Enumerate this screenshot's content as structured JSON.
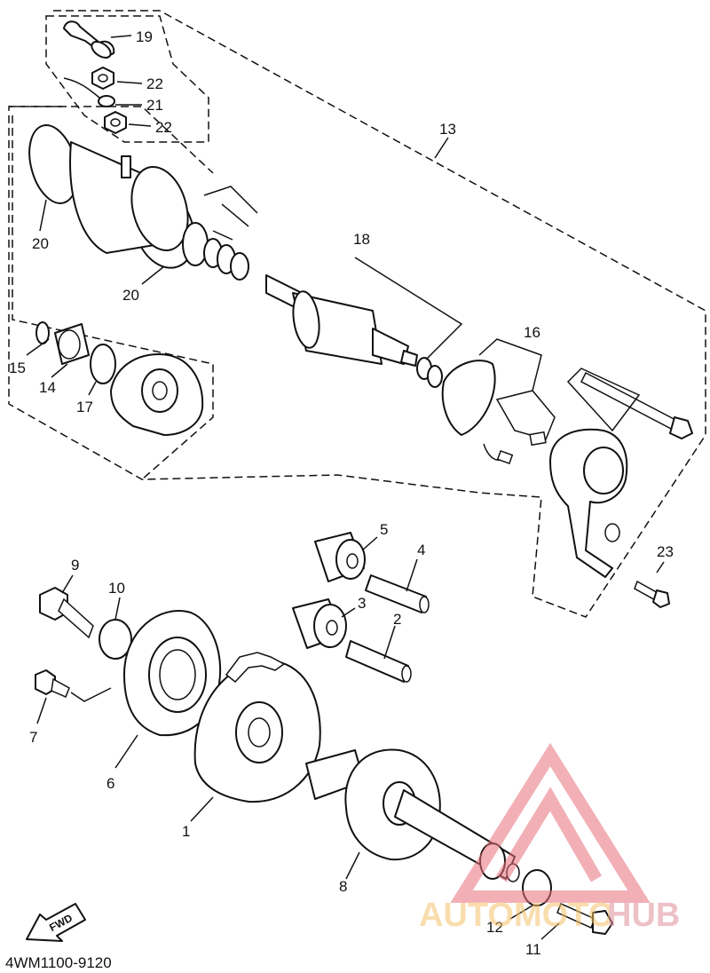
{
  "diagram_code": "4WM1100-9120",
  "fwd_label": "FWD",
  "watermark": {
    "text_part1": "AUTOMOTO",
    "text_part2": "HUB",
    "color_part1": "#f5c26b",
    "color_part2": "#e0909a",
    "logo_color": "#e8707c"
  },
  "callouts": [
    "1",
    "2",
    "3",
    "4",
    "5",
    "6",
    "7",
    "8",
    "9",
    "10",
    "11",
    "12",
    "13",
    "14",
    "15",
    "16",
    "17",
    "18",
    "19",
    "20",
    "20",
    "21",
    "22",
    "22",
    "23"
  ]
}
